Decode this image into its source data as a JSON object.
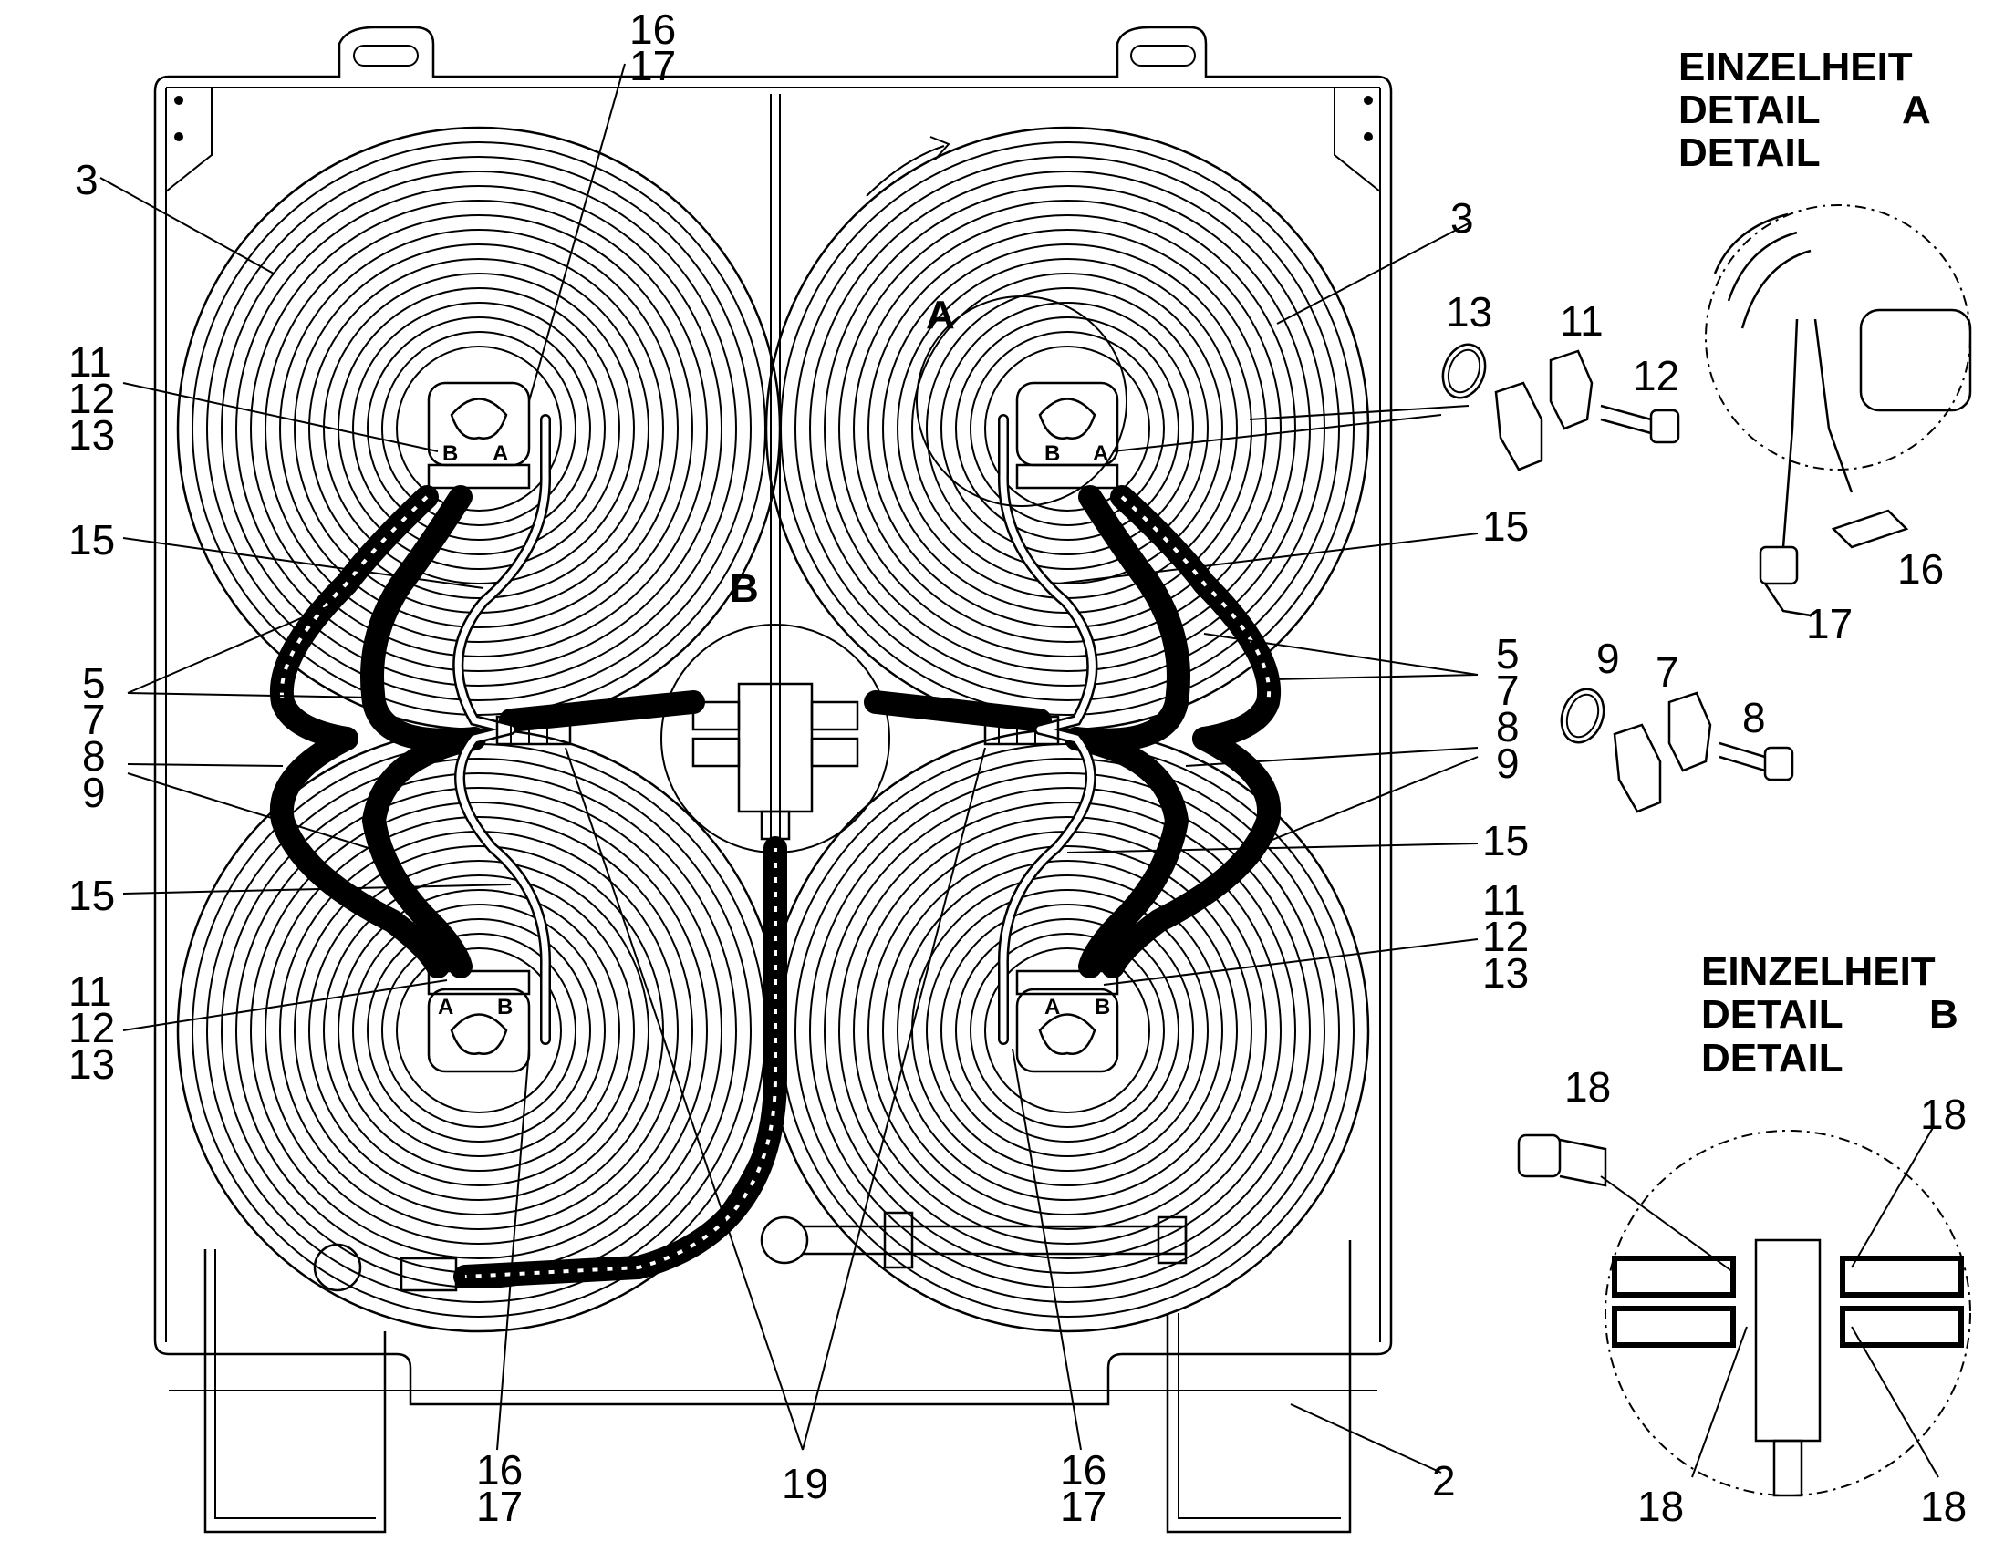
{
  "labels": {
    "coil_tl": "3",
    "coil_tr": "3",
    "frame": "2",
    "callout_A": "A",
    "callout_B": "B",
    "tl_11": "11",
    "tl_12": "12",
    "tl_13": "13",
    "tl_15": "15",
    "left_5": "5",
    "left_7": "7",
    "left_8": "8",
    "left_9": "9",
    "bl_15": "15",
    "bl_11": "11",
    "bl_12": "12",
    "bl_13": "13",
    "top_16": "16",
    "top_17": "17",
    "tr_15": "15",
    "right_5": "5",
    "right_7": "7",
    "right_8": "8",
    "right_9": "9",
    "br_15": "15",
    "br_11": "11",
    "br_12": "12",
    "br_13": "13",
    "bot_l_16": "16",
    "bot_l_17": "17",
    "bot_19": "19",
    "bot_r_16": "16",
    "bot_r_17": "17"
  },
  "ports": {
    "a": "A",
    "b": "B"
  },
  "parts_a": {
    "p13": "13",
    "p11": "11",
    "p12": "12"
  },
  "parts_b": {
    "p9": "9",
    "p7": "7",
    "p8": "8"
  },
  "detail_a": {
    "line1": "EINZELHEIT",
    "line2": "DETAIL",
    "letter": "A",
    "line3": "DETAIL",
    "label_16": "16",
    "label_17": "17"
  },
  "detail_b": {
    "line1": "EINZELHEIT",
    "line2": "DETAIL",
    "letter": "B",
    "line3": "DETAIL",
    "label_18_tl": "18",
    "label_18_tr": "18",
    "label_18_bl": "18",
    "label_18_br": "18"
  }
}
